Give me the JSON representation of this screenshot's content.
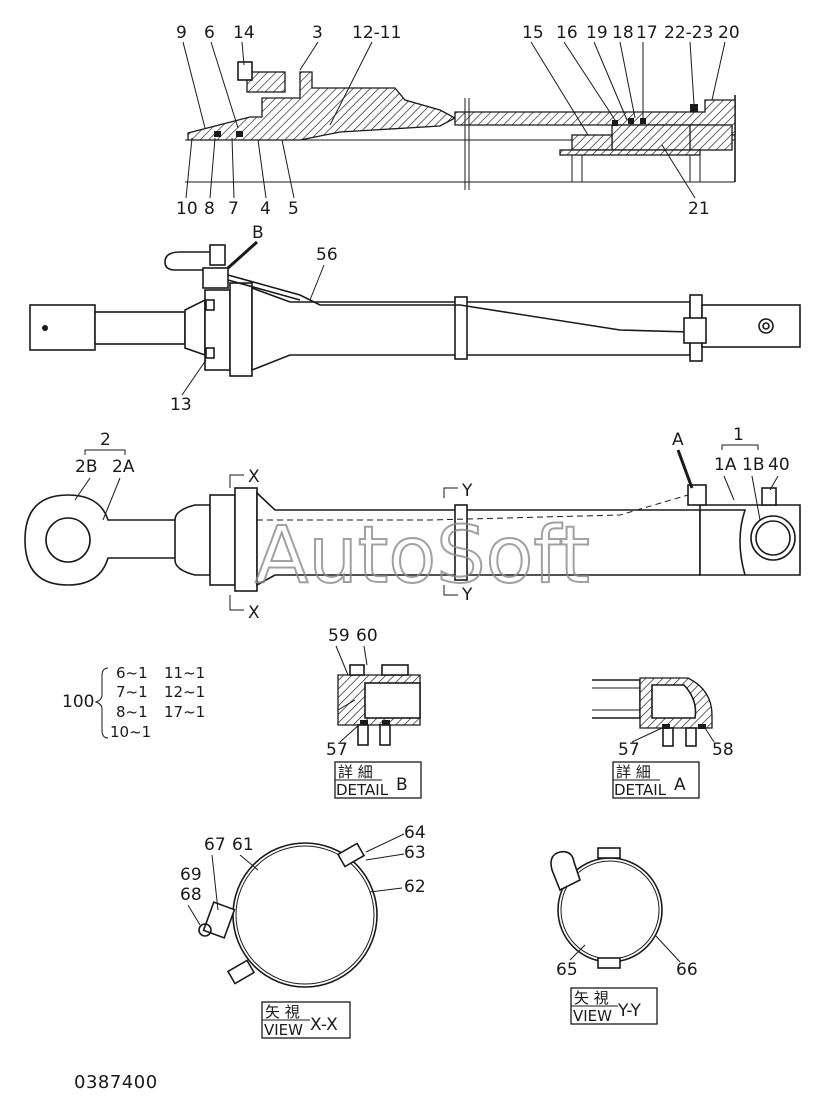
{
  "watermark": "AutoSoft",
  "drawing_number": "0387400",
  "section_labels": {
    "top": [
      "9",
      "6",
      "14",
      "3",
      "12-11",
      "15",
      "16",
      "19",
      "18",
      "17",
      "22-23",
      "20"
    ],
    "bottom": [
      "10",
      "8",
      "7",
      "4",
      "5",
      "21"
    ]
  },
  "view_b_labels": {
    "detail": "B",
    "hose": "56",
    "band": "13"
  },
  "view_main_labels": {
    "rod": "2",
    "rod_b": "2B",
    "rod_a": "2A",
    "detail_a": "A",
    "tube": "1",
    "tube_a": "1A",
    "tube_b": "1B",
    "grease": "40",
    "section_x": "X",
    "section_y": "Y"
  },
  "kit": {
    "number": "100",
    "items": [
      "6~1",
      "7~1",
      "8~1",
      "10~1",
      "11~1",
      "12~1",
      "17~1"
    ]
  },
  "detail_b": {
    "labels": [
      "59",
      "60",
      "57"
    ],
    "jp": "詳 細",
    "en": "DETAIL",
    "letter": "B"
  },
  "detail_a": {
    "labels": [
      "57",
      "58"
    ],
    "jp": "詳 細",
    "en": "DETAIL",
    "letter": "A"
  },
  "view_xx": {
    "labels": [
      "67",
      "61",
      "64",
      "63",
      "69",
      "68",
      "62"
    ],
    "jp": "矢 視",
    "en": "VIEW",
    "letter": "X-X"
  },
  "view_yy": {
    "labels": [
      "65",
      "66"
    ],
    "jp": "矢 視",
    "en": "VIEW",
    "letter": "Y-Y"
  }
}
